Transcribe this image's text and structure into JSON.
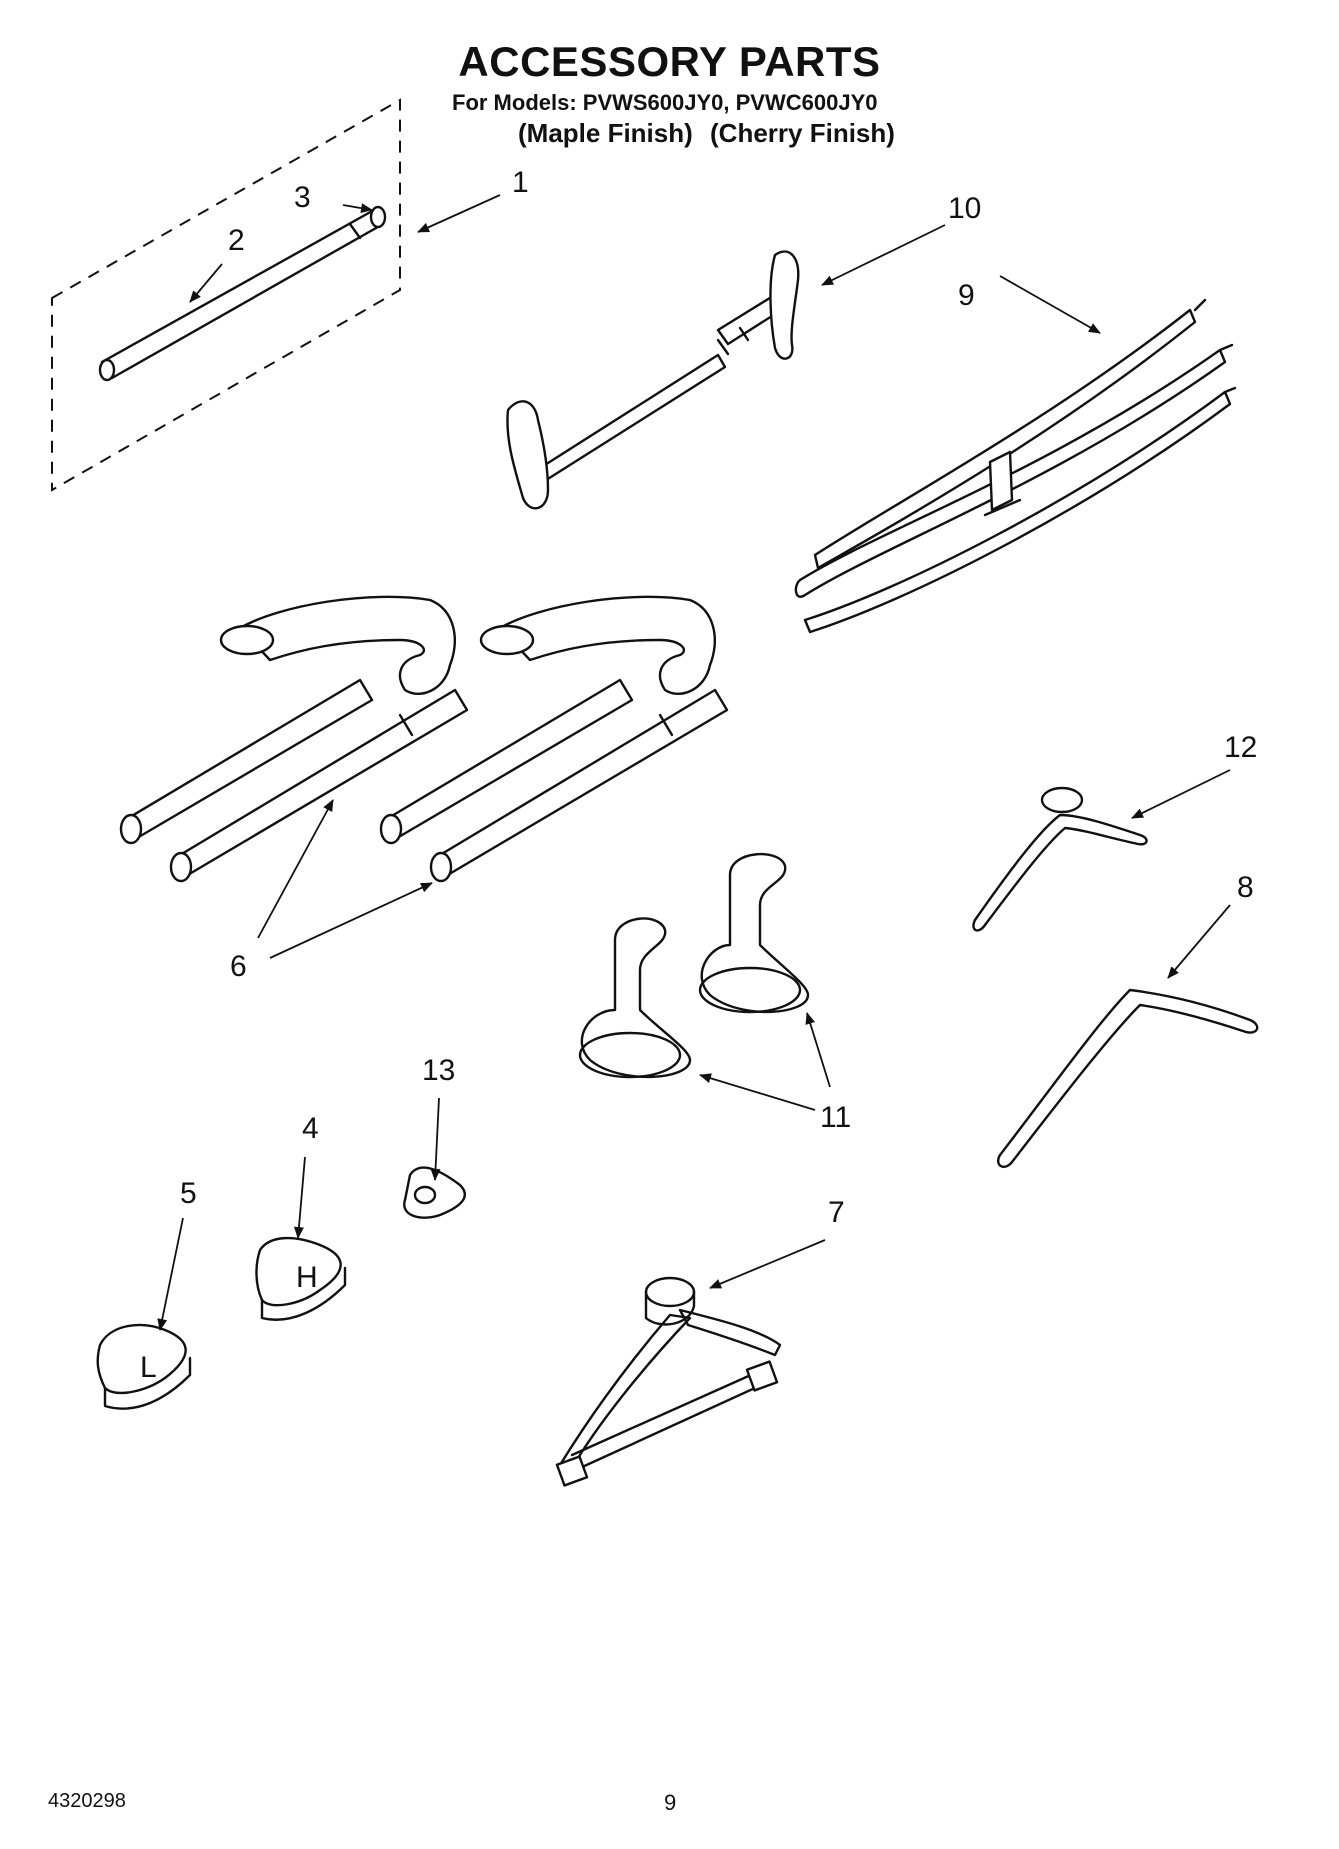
{
  "header": {
    "title": "ACCESSORY PARTS",
    "models": "For Models: PVWS600JY0, PVWC600JY0",
    "finish_1": "(Maple Finish)",
    "finish_2": "(Cherry Finish)"
  },
  "callouts": {
    "c1": "1",
    "c2": "2",
    "c3": "3",
    "c4": "4",
    "c5": "5",
    "c6": "6",
    "c7": "7",
    "c8": "8",
    "c9": "9",
    "c10": "10",
    "c11": "11",
    "c12": "12",
    "c13": "13"
  },
  "footer": {
    "doc_number": "4320298",
    "page_number": "9"
  }
}
